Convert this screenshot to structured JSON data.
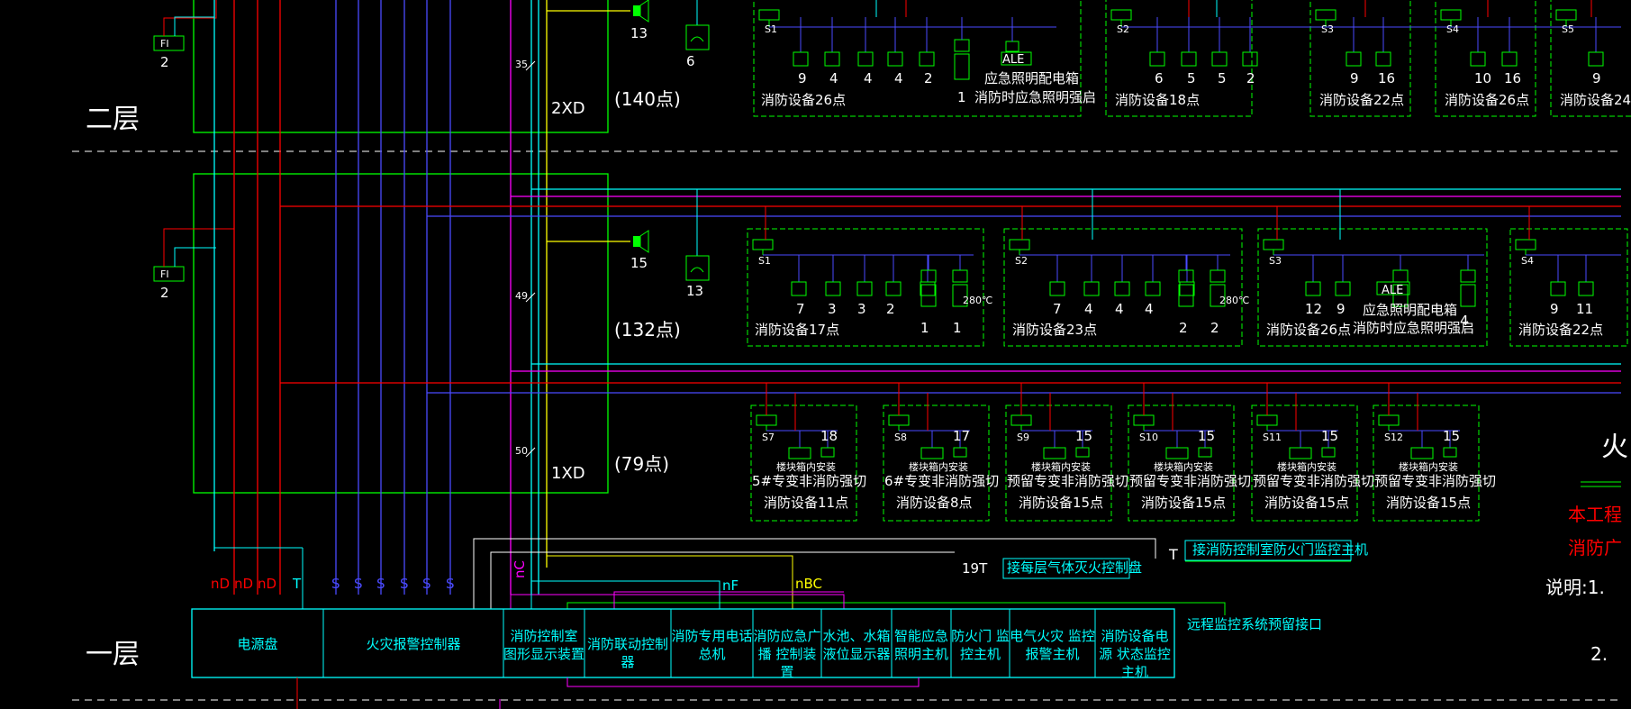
{
  "floors": {
    "upper": "二层",
    "lower": "一层"
  },
  "riser_boxes": [
    {
      "name": "2XD",
      "points": "(140点)"
    },
    {
      "name": "1XD",
      "points": "(132点)"
    },
    {
      "name": "1XD",
      "points": "(79点)"
    }
  ],
  "fi_labels": [
    "FI",
    "FI"
  ],
  "fi_counts": [
    "2",
    "2"
  ],
  "speaker_counts": [
    "13",
    "15"
  ],
  "phone_counts": [
    "6",
    "13"
  ],
  "riser_marks": [
    "35",
    "49",
    "50"
  ],
  "module_boxes": [
    {
      "id": "S1",
      "counts": [
        "9",
        "4",
        "4",
        "4",
        "2"
      ],
      "extra_count": "1",
      "extra_label_1": "应急照明配电箱",
      "extra_label_2": "消防时应急照明强启",
      "total": "消防设备26点"
    },
    {
      "id": "S2",
      "counts": [
        "6",
        "5",
        "5",
        "2"
      ],
      "total": "消防设备18点"
    },
    {
      "id": "S3",
      "counts": [
        "9",
        "16"
      ],
      "total": "消防设备22点"
    },
    {
      "id": "S4",
      "counts": [
        "10",
        "16"
      ],
      "total": "消防设备26点"
    },
    {
      "id": "S5",
      "counts": [
        "9"
      ],
      "total": "消防设备24"
    }
  ],
  "module_boxes_mid": [
    {
      "id": "S1",
      "counts": [
        "7",
        "3",
        "3",
        "2",
        "1",
        "1"
      ],
      "temp": "280℃",
      "total": "消防设备17点"
    },
    {
      "id": "S2",
      "counts": [
        "7",
        "4",
        "4",
        "4",
        "2",
        "2"
      ],
      "temp": "280℃",
      "total": "消防设备23点"
    },
    {
      "id": "S3",
      "counts": [
        "12",
        "9",
        "4"
      ],
      "ale": "ALE",
      "label_1": "应急照明配电箱",
      "label_2": "消防时应急照明强启",
      "total": "消防设备26点"
    },
    {
      "id": "S4",
      "counts": [
        "9",
        "11"
      ],
      "total": "消防设备22点"
    }
  ],
  "ale_top": "ALE",
  "cut_boxes": [
    {
      "id": "S7",
      "count": "18",
      "note": "楼块箱内安装",
      "desc": "5#专变非消防强切",
      "total": "消防设备11点"
    },
    {
      "id": "S8",
      "count": "17",
      "note": "楼块箱内安装",
      "desc": "6#专变非消防强切",
      "total": "消防设备8点"
    },
    {
      "id": "S9",
      "count": "15",
      "note": "楼块箱内安装",
      "desc": "预留专变非消防强切",
      "total": "消防设备15点"
    },
    {
      "id": "S10",
      "count": "15",
      "note": "楼块箱内安装",
      "desc": "预留专变非消防强切",
      "total": "消防设备15点"
    },
    {
      "id": "S11",
      "count": "15",
      "note": "楼块箱内安装",
      "desc": "预留专变非消防强切",
      "total": "消防设备15点"
    },
    {
      "id": "S12",
      "count": "15",
      "note": "楼块箱内安装",
      "desc": "预留专变非消防强切",
      "total": "消防设备15点"
    }
  ],
  "bus_labels": {
    "nD": [
      "nD",
      "nD",
      "nD"
    ],
    "T": "T",
    "S": [
      "S",
      "S",
      "S",
      "S",
      "S",
      "S"
    ],
    "nC": "nC",
    "nF": "nF",
    "nBC": "nBC"
  },
  "connections": {
    "fire_door": "接消防控制室防火门监控主机",
    "gas": "接每层气体灭火控制盘",
    "gas_prefix": "19T",
    "gas_t": "T",
    "remote": "远程监控系统预留接口"
  },
  "control_panel": [
    "电源盘",
    "火灾报警控制器",
    "消防控制室 图形显示装置",
    "消防联动控制器",
    "消防专用电话 总机",
    "消防应急广播 控制装置",
    "水池、水箱 液位显示器",
    "智能应急 照明主机",
    "防火门 监控主机",
    "电气火灾 监控报警主机",
    "消防设备电源 状态监控主机"
  ],
  "notes": {
    "red_1": "本工程",
    "red_2": "消防广",
    "explain": "说明:1.",
    "item2": "2.",
    "glyph": "火"
  },
  "colors": {
    "background": "#000000",
    "cyan": "#00ffff",
    "green": "#00ff00",
    "red": "#ff0000",
    "blue": "#4a4aff",
    "magenta": "#ff00ff",
    "yellow": "#ffff00",
    "white": "#ffffff"
  }
}
